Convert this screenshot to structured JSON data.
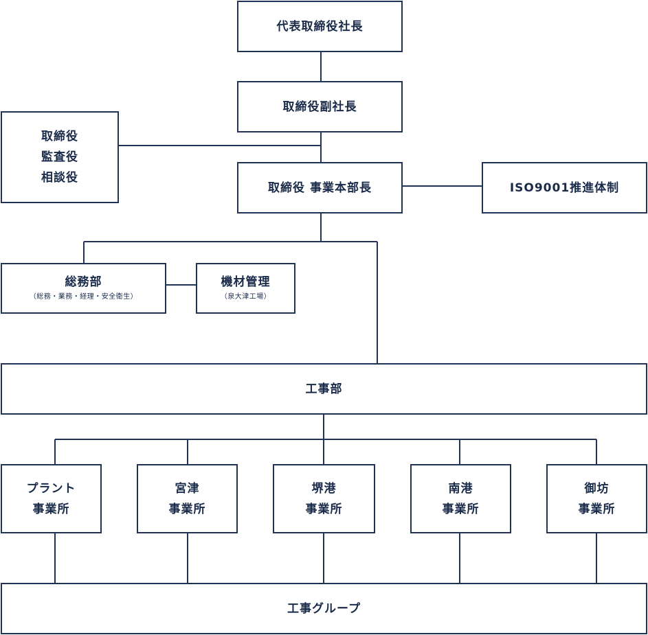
{
  "nodes": {
    "president": {
      "lines": [
        "代表取締役社長"
      ]
    },
    "vice_president": {
      "lines": [
        "取締役副社長"
      ]
    },
    "directors": {
      "lines": [
        "取締役",
        "監査役",
        "相談役"
      ]
    },
    "business_head": {
      "lines": [
        "取締役 事業本部長"
      ]
    },
    "iso": {
      "lines": [
        "ISO9001推進体制"
      ]
    },
    "general_affairs": {
      "lines": [
        "総務部"
      ],
      "sub": "（総務・業務・経理・安全衛生）"
    },
    "equipment": {
      "lines": [
        "機材管理"
      ],
      "sub": "（泉大津工場）"
    },
    "construction": {
      "lines": [
        "工事部"
      ]
    },
    "plant": {
      "lines": [
        "プラント",
        "事業所"
      ]
    },
    "miyatsu": {
      "lines": [
        "宮津",
        "事業所"
      ]
    },
    "sakaiko": {
      "lines": [
        "堺港",
        "事業所"
      ]
    },
    "nanko": {
      "lines": [
        "南港",
        "事業所"
      ]
    },
    "gobo": {
      "lines": [
        "御坊",
        "事業所"
      ]
    },
    "construction_group": {
      "lines": [
        "工事グループ"
      ]
    }
  },
  "colors": {
    "line": "#1f3355",
    "text": "#1a2b4a"
  }
}
